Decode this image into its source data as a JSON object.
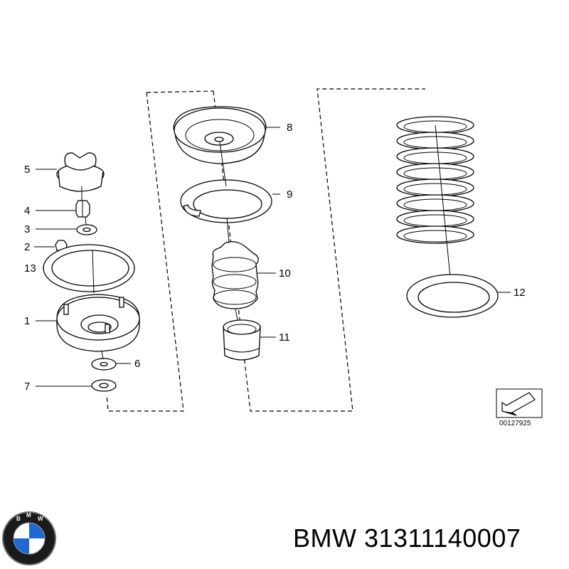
{
  "callouts": [
    {
      "id": "1",
      "label": "1"
    },
    {
      "id": "2",
      "label": "2"
    },
    {
      "id": "3",
      "label": "3"
    },
    {
      "id": "4",
      "label": "4"
    },
    {
      "id": "5",
      "label": "5"
    },
    {
      "id": "6",
      "label": "6"
    },
    {
      "id": "7",
      "label": "7"
    },
    {
      "id": "8",
      "label": "8"
    },
    {
      "id": "9",
      "label": "9"
    },
    {
      "id": "10",
      "label": "10"
    },
    {
      "id": "11",
      "label": "11"
    },
    {
      "id": "12",
      "label": "12"
    },
    {
      "id": "13",
      "label": "13"
    }
  ],
  "reference_number": "00127925",
  "footer": {
    "brand": "BMW",
    "part_number": "31311140007",
    "full_text": "BMW 31311140007"
  },
  "colors": {
    "line": "#000000",
    "background": "#ffffff",
    "logo_blue": "#1c69d4",
    "logo_ring": "#1a1a1a"
  },
  "icons": {
    "logo": "bmw-roundel-logo",
    "direction": "direction-arrow-icon"
  }
}
